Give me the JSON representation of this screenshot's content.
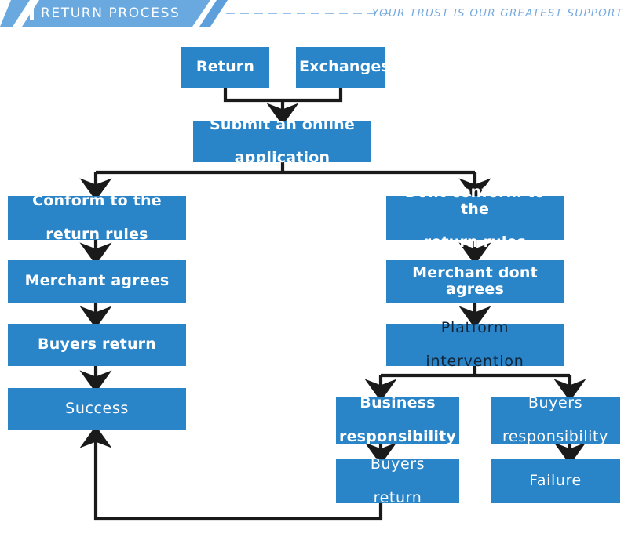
{
  "header": {
    "title": "RETURN PROCESS",
    "tagline": "YOUR TRUST IS OUR GREATEST SUPPORT",
    "bar_color": "#6aa9e0",
    "tagline_color": "#76aadf",
    "accent_bar_icon": "vertical-bar-icon",
    "dash_line_icon": "dashed-line-icon"
  },
  "theme": {
    "node_fill": "#2a84c8",
    "node_text": "#ffffff",
    "node_text_dark": "#10253a",
    "connector_color": "#1a1a1a",
    "background": "#ffffff"
  },
  "flowchart": {
    "type": "flowchart",
    "title": "RETURN PROCESS",
    "nodes": [
      {
        "id": "return",
        "label": "Return",
        "column": "top-left"
      },
      {
        "id": "exchanges",
        "label": "Exchanges",
        "column": "top-right"
      },
      {
        "id": "submit",
        "label": "Submit an online application",
        "column": "center"
      },
      {
        "id": "conform",
        "label": "Conform to the return rules",
        "column": "left"
      },
      {
        "id": "merchant_agrees",
        "label": "Merchant agrees",
        "column": "left"
      },
      {
        "id": "buyers_return_1",
        "label": "Buyers return",
        "column": "left"
      },
      {
        "id": "success",
        "label": "Success",
        "column": "left"
      },
      {
        "id": "dont_conform",
        "label": "Dont conform to the return rules",
        "column": "right"
      },
      {
        "id": "merchant_dont",
        "label": "Merchant dont agrees",
        "column": "right"
      },
      {
        "id": "platform",
        "label": "Platform intervention",
        "column": "right"
      },
      {
        "id": "business_resp",
        "label": "Business responsibility",
        "column": "right-inner"
      },
      {
        "id": "buyers_resp",
        "label": "Buyers responsibility",
        "column": "right-outer"
      },
      {
        "id": "buyers_return_2",
        "label": "Buyers return",
        "column": "right-inner"
      },
      {
        "id": "failure",
        "label": "Failure",
        "column": "right-outer"
      }
    ],
    "edges": [
      {
        "from": "return",
        "to": "submit"
      },
      {
        "from": "exchanges",
        "to": "submit"
      },
      {
        "from": "submit",
        "to": "conform"
      },
      {
        "from": "submit",
        "to": "dont_conform"
      },
      {
        "from": "conform",
        "to": "merchant_agrees"
      },
      {
        "from": "merchant_agrees",
        "to": "buyers_return_1"
      },
      {
        "from": "buyers_return_1",
        "to": "success"
      },
      {
        "from": "dont_conform",
        "to": "merchant_dont"
      },
      {
        "from": "merchant_dont",
        "to": "platform"
      },
      {
        "from": "platform",
        "to": "business_resp"
      },
      {
        "from": "platform",
        "to": "buyers_resp"
      },
      {
        "from": "business_resp",
        "to": "buyers_return_2"
      },
      {
        "from": "buyers_resp",
        "to": "failure"
      },
      {
        "from": "buyers_return_2",
        "to": "success"
      }
    ]
  },
  "labels": {
    "return": "Return",
    "exchanges": "Exchanges",
    "submit_line1": "Submit an online",
    "submit_line2": "application",
    "conform_line1": "Conform to the",
    "conform_line2": "return rules",
    "merchant_agrees": "Merchant agrees",
    "buyers_return_1": "Buyers return",
    "success": "Success",
    "dont_conform_line1": "Dont conform to the",
    "dont_conform_line2": "return rules",
    "merchant_dont": "Merchant dont agrees",
    "platform_line1": "Platform",
    "platform_line2": "intervention",
    "business_line1": "Business",
    "business_line2": "responsibility",
    "buyers_resp_line1": "Buyers",
    "buyers_resp_line2": "responsibility",
    "buyers_return_2_line1": "Buyers",
    "buyers_return_2_line2": "return",
    "failure": "Failure"
  }
}
